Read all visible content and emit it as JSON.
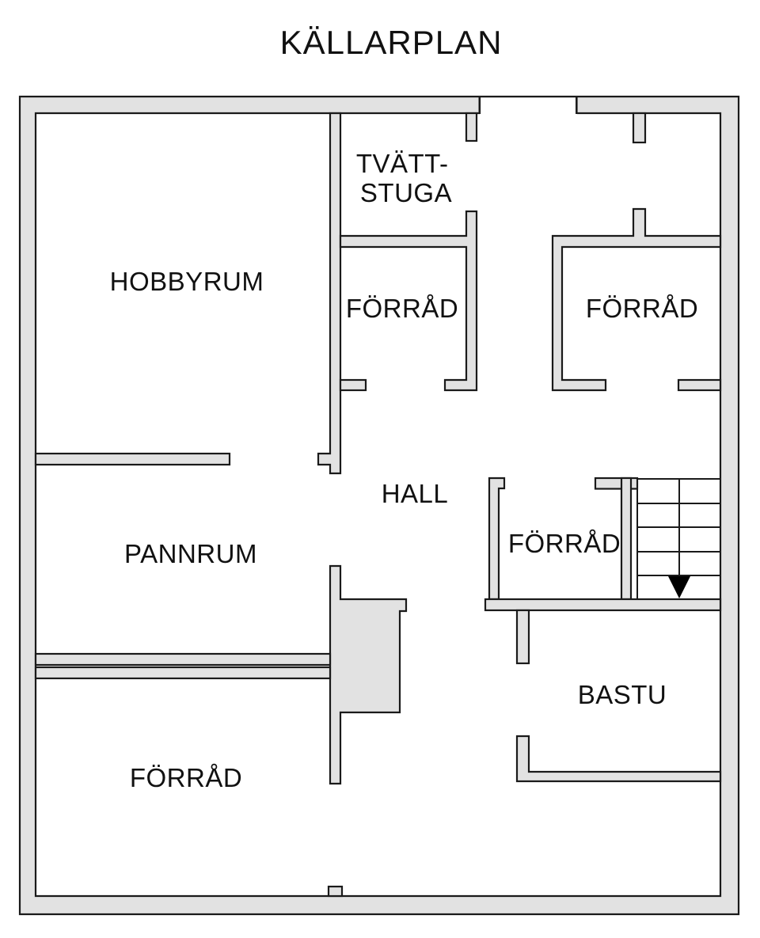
{
  "title": "KÄLLARPLAN",
  "rooms": [
    {
      "id": "hobbyrum",
      "label": "HOBBYRUM"
    },
    {
      "id": "tvattstuga",
      "label_lines": [
        "TVÄTT-",
        "STUGA"
      ]
    },
    {
      "id": "forrad-mitten",
      "label": "FÖRRÅD"
    },
    {
      "id": "forrad-uppe-hoger",
      "label": "FÖRRÅD"
    },
    {
      "id": "hall",
      "label": "HALL"
    },
    {
      "id": "forrad-hall",
      "label": "FÖRRÅD"
    },
    {
      "id": "pannrum",
      "label": "PANNRUM"
    },
    {
      "id": "bastu",
      "label": "BASTU"
    },
    {
      "id": "forrad-nere",
      "label": "FÖRRÅD"
    }
  ],
  "stairs": {
    "direction": "down",
    "visible_steps": 5,
    "arrow_symbol": "down-arrow"
  },
  "colors": {
    "wall_fill": "#e2e2e2",
    "wall_outline": "#1a1a1a",
    "text": "#111111",
    "background": "#ffffff",
    "stair_lines": "#1a1a1a",
    "arrow": "#000000"
  }
}
